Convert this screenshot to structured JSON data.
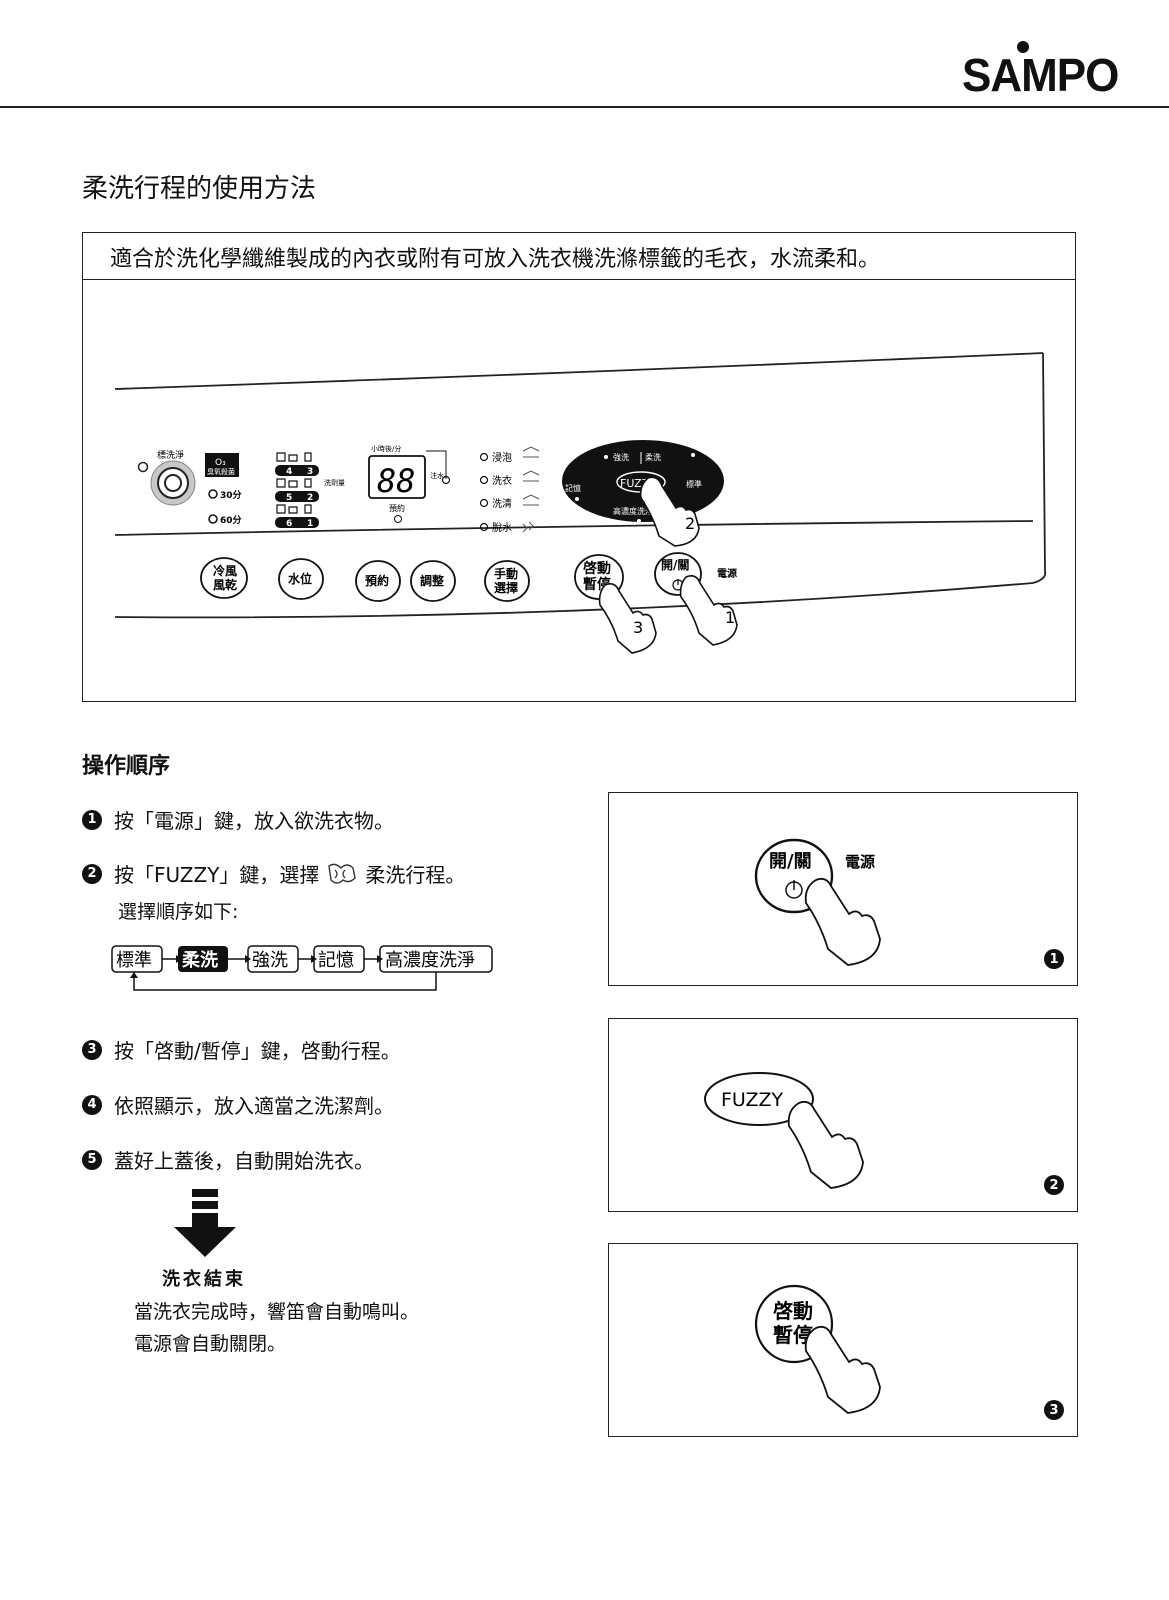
{
  "header": {
    "brand": "SAMPO"
  },
  "page_title": "柔洗行程的使用方法",
  "panel": {
    "caption": "適合於洗化學纖維製成的內衣或附有可放入洗衣機洗滌標籤的毛衣，水流柔和。",
    "labels": {
      "standard_wash": "標洗淨",
      "o3": "O₃",
      "o3_sub": "臭氧殺菌",
      "min30": "30分",
      "min60": "60分",
      "display_top": "小時後/分",
      "display_digits": "88",
      "reserve": "預約",
      "detergent": "洗劑量",
      "inject_water": "注水",
      "soak": "浸泡",
      "wash": "洗衣",
      "rinse": "洗清",
      "spin": "脫水",
      "strong": "強洗",
      "soft": "柔洗",
      "memory": "記憶",
      "standard": "標準",
      "high_conc": "高濃度洗淨",
      "fuzzy": "FUZZY",
      "power": "電源",
      "lvl4": "4",
      "lvl3": "3",
      "lvl5": "5",
      "lvl2": "2",
      "lvl6": "6",
      "lvl1": "1"
    },
    "buttons": {
      "cold_dry_1": "冷風",
      "cold_dry_2": "風乾",
      "water_level": "水位",
      "reserve": "預約",
      "adjust": "調整",
      "manual_1": "手動",
      "manual_2": "選擇",
      "start_1": "啓動",
      "start_2": "暫停",
      "power_btn": "開/關"
    },
    "callouts": [
      "1",
      "2",
      "3"
    ]
  },
  "operations": {
    "heading": "操作順序",
    "steps": [
      {
        "num": "1",
        "text": "按「電源」鍵，放入欲洗衣物。"
      },
      {
        "num": "2",
        "text_before": "按「FUZZY」鍵，選擇",
        "text_after": "柔洗行程。"
      },
      {
        "num": "3",
        "text": "按「啓動/暫停」鍵，啓動行程。"
      },
      {
        "num": "4",
        "text": "依照顯示，放入適當之洗潔劑。"
      },
      {
        "num": "5",
        "text": "蓋好上蓋後，自動開始洗衣。"
      }
    ],
    "order_label": "選擇順序如下:",
    "sequence": [
      "標準",
      "柔洗",
      "強洗",
      "記憶",
      "高濃度洗淨"
    ],
    "end_label": "洗衣結束",
    "end_line1": "當洗衣完成時，響笛會自動鳴叫。",
    "end_line2": "電源會自動關閉。"
  },
  "figures": [
    {
      "num": "1",
      "btn": "開/關",
      "side": "電源"
    },
    {
      "num": "2",
      "btn": "FUZZY"
    },
    {
      "num": "3",
      "btn1": "啓動",
      "btn2": "暫停"
    }
  ]
}
